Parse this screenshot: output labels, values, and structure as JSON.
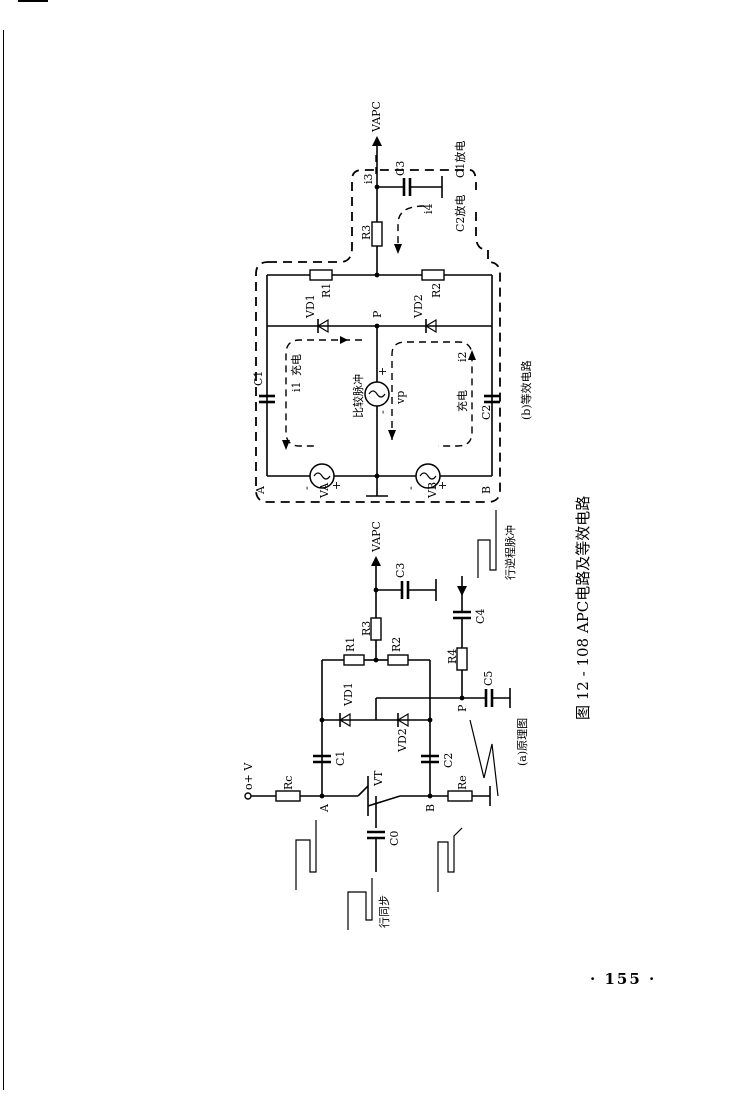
{
  "page_number": "· 155 ·",
  "figure_caption": "图 12 - 108   APC电路及等效电路",
  "circuit_a": {
    "caption": "(a)原理图",
    "labels": {
      "supply": "o+ V",
      "rc": "Rc",
      "node_a": "A",
      "node_b": "B",
      "node_p": "P",
      "transistor": "VT",
      "c0": "C0",
      "c1": "C1",
      "c2": "C2",
      "c3": "C3",
      "c4": "C4",
      "c5": "C5",
      "vd1": "VD1",
      "vd2": "VD2",
      "r1": "R1",
      "r2": "R2",
      "r3": "R3",
      "r4": "R4",
      "re": "Re",
      "vapc": "VAPC",
      "sync_input": "行同步",
      "flyback_pulse": "行逆程脉冲"
    }
  },
  "circuit_b": {
    "caption": "(b)等效电路",
    "labels": {
      "node_a": "A",
      "node_b": "B",
      "node_p": "P",
      "va": "VA",
      "vb": "VB",
      "vp": "vp",
      "c1": "C1",
      "c2": "C2",
      "c3": "C3",
      "vd1": "VD1",
      "vd2": "VD2",
      "r1": "R1",
      "r2": "R2",
      "r3": "R3",
      "i1": "i1",
      "i2": "i2",
      "i3": "i3",
      "i4": "i4",
      "vapc": "VAPC",
      "charge_1": "充电",
      "charge_2": "充电",
      "compare_pulse": "比较脉冲",
      "c1_discharge": "C1放电",
      "c2_discharge": "C2放电",
      "plus": "+",
      "minus": "-"
    }
  }
}
